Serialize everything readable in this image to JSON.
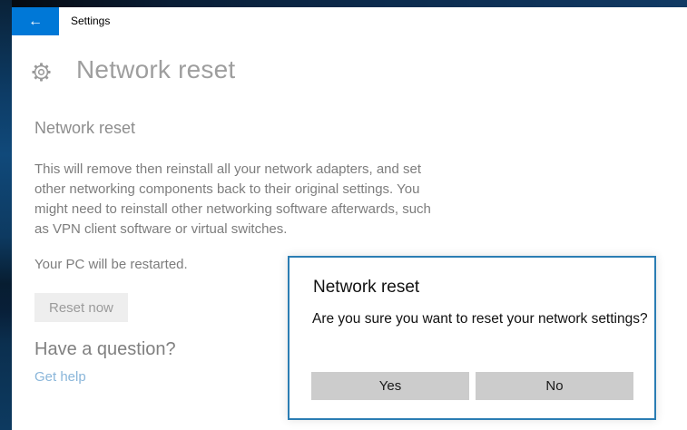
{
  "titlebar": {
    "app_label": "Settings",
    "back_icon": "←"
  },
  "page": {
    "title": "Network reset",
    "section": {
      "heading": "Network reset",
      "body": "This will remove then reinstall all your network adapters, and set other networking components back to their original settings. You might need to reinstall other networking software afterwards, such as VPN client software or virtual switches.",
      "restart_note": "Your PC will be restarted.",
      "reset_button_label": "Reset now"
    },
    "help": {
      "heading": "Have a question?",
      "link_label": "Get help"
    }
  },
  "dialog": {
    "title": "Network reset",
    "message": "Are you sure you want to reset your network settings?",
    "buttons": {
      "yes_label": "Yes",
      "no_label": "No"
    }
  },
  "icons": {
    "back": "back-arrow-icon",
    "gear": "gear-icon"
  },
  "colors": {
    "accent_blue": "#0078d7",
    "dialog_border": "#2b7db3",
    "dialog_button_bg": "#cccccc",
    "disabled_button_bg": "#eeeeee",
    "link_blue": "#8ab6da",
    "muted_text": "#7d7d7d",
    "desktop_strip": "#0d3a61"
  }
}
